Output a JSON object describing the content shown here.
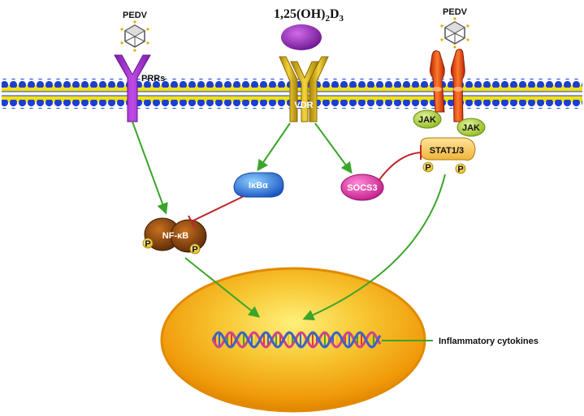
{
  "labels": {
    "pedv_left": "PEDV",
    "pedv_right": "PEDV",
    "vitamin_d": "1,25(OH)",
    "vitamin_d_sub1": "2",
    "vitamin_d_mid": "D",
    "vitamin_d_sub2": "3",
    "prrs": "PRRs",
    "vdr": "VDR",
    "jak_left": "JAK",
    "jak_right": "JAK",
    "ikba": "IκBα",
    "socs3": "SOCS3",
    "stat": "STAT1/3",
    "nfkb": "NF-κB",
    "p1": "P",
    "p2": "P",
    "p3": "P",
    "p4": "P",
    "inflammatory": "Inflammatory cytokines"
  },
  "colors": {
    "activation_arrow": "#3aa52a",
    "inhibition": "#c0252b",
    "membrane_head_blue": "#1c3fd0",
    "membrane_head_yellow": "#f2e01a",
    "prr_receptor": "#a22bd0",
    "vdr_receptor": "#d9b20f",
    "jak_receptor": "#e8461a",
    "nucleus": "#f0a010"
  }
}
